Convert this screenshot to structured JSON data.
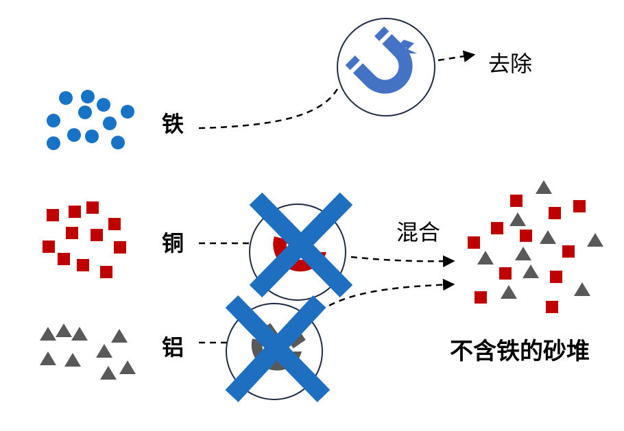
{
  "labels": {
    "iron": "铁",
    "copper": "铜",
    "aluminum": "铝",
    "remove": "去除",
    "mix": "混合",
    "result": "不含铁的砂堆"
  },
  "icons": {
    "magnet": "magnet-icon",
    "cross": "cross-out-icon",
    "iron_particle": "circle-particle",
    "copper_particle": "square-particle",
    "aluminum_particle": "triangle-particle"
  },
  "colors": {
    "iron": "#1673C6",
    "copper": "#C00000",
    "aluminum": "#595959",
    "magnet": "#4472C4",
    "cross": "#1F6FC0",
    "outline": "#1F2A44",
    "arrow": "#000000"
  }
}
